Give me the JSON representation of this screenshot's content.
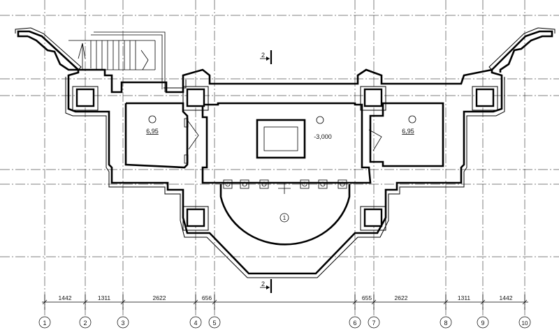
{
  "drawing": {
    "axis_labels": [
      "1",
      "2",
      "3",
      "4",
      "5",
      "6",
      "7",
      "8",
      "9",
      "10"
    ],
    "dimensions": [
      "1442",
      "1311",
      "2622",
      "656",
      "655",
      "2622",
      "1311",
      "1442"
    ],
    "section_mark": "2",
    "rooms": [
      {
        "id": "left",
        "label": "6,95"
      },
      {
        "id": "center",
        "label": "-3,000"
      },
      {
        "id": "right",
        "label": "6,95"
      },
      {
        "id": "rotunda",
        "label": "1"
      }
    ]
  }
}
